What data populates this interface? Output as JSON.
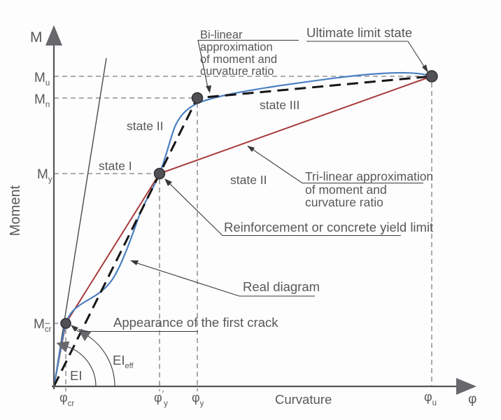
{
  "figure": {
    "y_axis": {
      "symbol": "M",
      "title": "Moment",
      "ticks": [
        {
          "main": "M",
          "sub": "u"
        },
        {
          "main": "M",
          "sub": "n"
        },
        {
          "main": "M",
          "sub": "y"
        },
        {
          "main": "M",
          "sub": "cr"
        }
      ]
    },
    "x_axis": {
      "symbol": "φ",
      "title": "Curvature",
      "ticks": [
        {
          "main": "φ",
          "sub": "cr"
        },
        {
          "main": "φ",
          "sup": "′",
          "sub": "y"
        },
        {
          "main": "φ",
          "sub": "y"
        },
        {
          "main": "φ",
          "sub": "u"
        }
      ]
    },
    "region_labels": {
      "state_i": "state I",
      "state_ii_upper": "state II",
      "state_iii": "state III",
      "state_ii_lower": "state II"
    },
    "callouts": {
      "bilinear_lines": [
        "Bi-linear",
        "approximation",
        "of moment and",
        "curvature ratio"
      ],
      "ultimate": "Ultimate limit state",
      "trilinear_lines": [
        "Tri-linear approximation",
        "of moment and",
        "curvature ratio"
      ],
      "yield_limit": "Reinforcement or concrete yield limit",
      "real_diagram": "Real diagram",
      "first_crack": "Appearance of the first crack",
      "ei": "EI",
      "ei_eff_main": "EI",
      "ei_eff_sub": "eff"
    },
    "colors": {
      "real_curve": "#4b80c2",
      "trilinear": "#a83b3b",
      "bilinear": "#161616",
      "guides": "#7d7d81",
      "text": "#58585a"
    }
  }
}
